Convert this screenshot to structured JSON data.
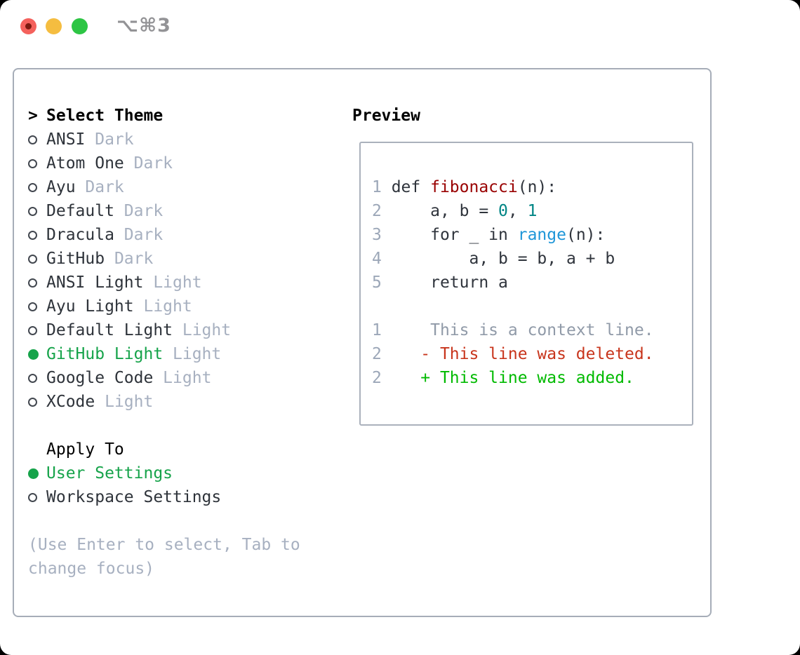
{
  "window": {
    "shortcut_label": "⌥⌘3"
  },
  "traffic_lights": {
    "close_color": "#f4615c",
    "close_inner_color": "#7c1a10",
    "minimize_color": "#f5bd40",
    "zoom_color": "#2dc544"
  },
  "colors": {
    "text": "#2e333a",
    "muted": "#a7b0c0",
    "accent_green": "#16a34a",
    "shortcut_gray": "#939396",
    "plain": "#2f343c",
    "func": "#990000",
    "builtin": "#1e96d8",
    "number": "#008585",
    "linenum": "#9ca7b8",
    "context": "#909aa8",
    "deleted": "#c8351c",
    "added": "#00ba00"
  },
  "theme_panel": {
    "header": {
      "prompt": ">",
      "label": "Select Theme"
    },
    "themes": [
      {
        "name": "ANSI",
        "variant": "Dark",
        "selected": false
      },
      {
        "name": "Atom One",
        "variant": "Dark",
        "selected": false
      },
      {
        "name": "Ayu",
        "variant": "Dark",
        "selected": false
      },
      {
        "name": "Default",
        "variant": "Dark",
        "selected": false
      },
      {
        "name": "Dracula",
        "variant": "Dark",
        "selected": false
      },
      {
        "name": "GitHub",
        "variant": "Dark",
        "selected": false
      },
      {
        "name": "ANSI Light",
        "variant": "Light",
        "selected": false
      },
      {
        "name": "Ayu Light",
        "variant": "Light",
        "selected": false
      },
      {
        "name": "Default Light",
        "variant": "Light",
        "selected": false
      },
      {
        "name": "GitHub Light",
        "variant": "Light",
        "selected": true
      },
      {
        "name": "Google Code",
        "variant": "Light",
        "selected": false
      },
      {
        "name": "XCode",
        "variant": "Light",
        "selected": false
      }
    ],
    "apply_to": {
      "label": "Apply To",
      "options": [
        {
          "label": "User Settings",
          "selected": true
        },
        {
          "label": "Workspace Settings",
          "selected": false
        }
      ]
    },
    "help_line1": "(Use Enter to select, Tab to",
    "help_line2": "change focus)"
  },
  "preview": {
    "label": "Preview",
    "lines": [
      {
        "num": "",
        "tokens": []
      },
      {
        "num": "1",
        "tokens": [
          [
            "def ",
            "plain"
          ],
          [
            "fibonacci",
            "func"
          ],
          [
            "(n):",
            "plain"
          ]
        ]
      },
      {
        "num": "2",
        "tokens": [
          [
            "    a, b = ",
            "plain"
          ],
          [
            "0",
            "number"
          ],
          [
            ", ",
            "plain"
          ],
          [
            "1",
            "number"
          ]
        ]
      },
      {
        "num": "3",
        "tokens": [
          [
            "    for _ in ",
            "plain"
          ],
          [
            "range",
            "builtin"
          ],
          [
            "(n):",
            "plain"
          ]
        ]
      },
      {
        "num": "4",
        "tokens": [
          [
            "        a, b = b, a + b",
            "plain"
          ]
        ]
      },
      {
        "num": "5",
        "tokens": [
          [
            "    return a",
            "plain"
          ]
        ]
      },
      {
        "num": "",
        "tokens": []
      },
      {
        "num": "1",
        "tokens": [
          [
            "    This is a context line.",
            "context"
          ]
        ]
      },
      {
        "num": "2",
        "tokens": [
          [
            "   ",
            "plain"
          ],
          [
            "- This line was deleted.",
            "deleted"
          ]
        ]
      },
      {
        "num": "2",
        "tokens": [
          [
            "   ",
            "plain"
          ],
          [
            "+ This line was added.",
            "added"
          ]
        ]
      }
    ]
  }
}
